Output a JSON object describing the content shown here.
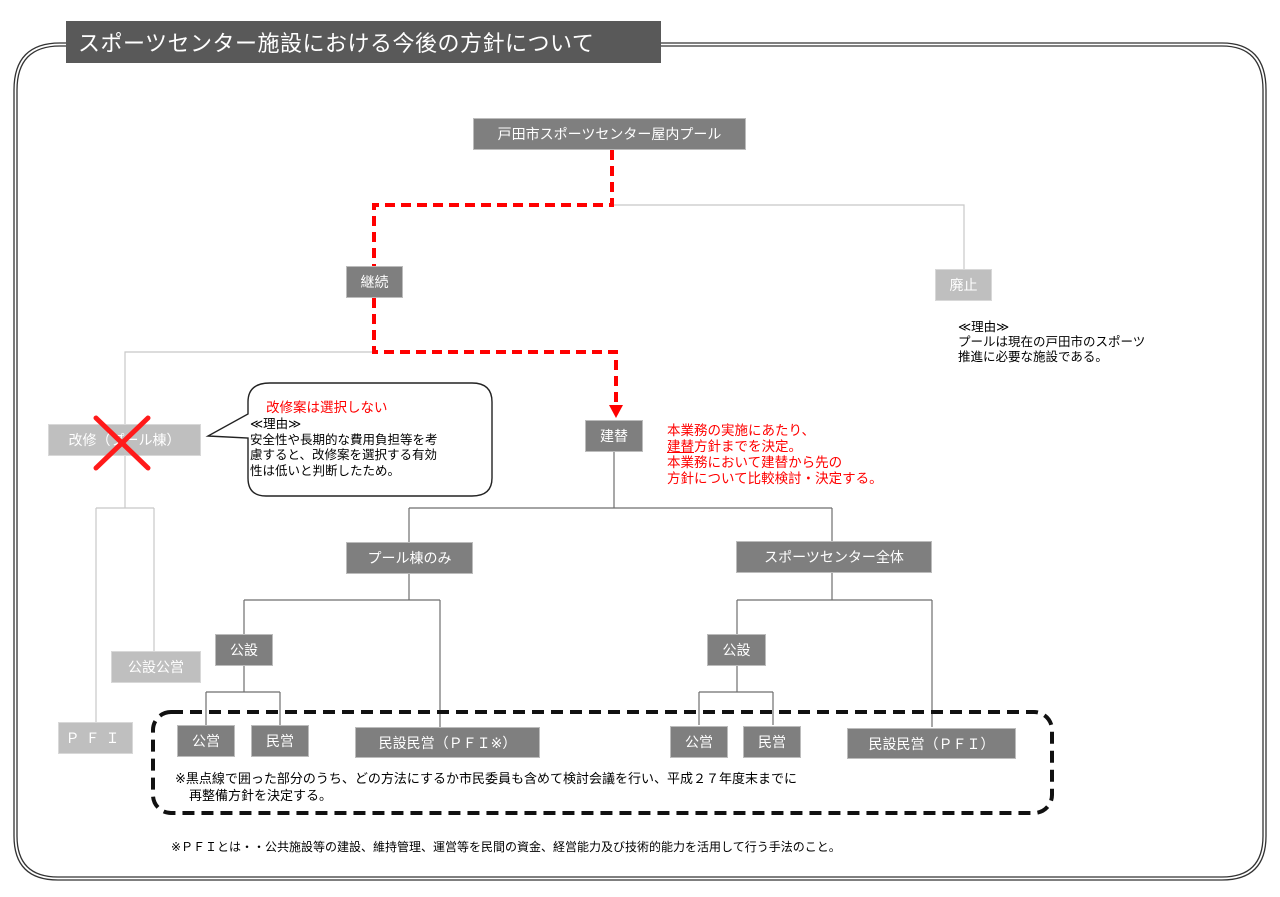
{
  "title": "スポーツセンター施設における今後の方針について",
  "colors": {
    "node_dark": "#7f7f7f",
    "node_light": "#bfbfbf",
    "title_bg": "#595959",
    "highlight_path": "#ff0000",
    "dotted_group": "#000000"
  },
  "nodes": {
    "root": "戸田市スポーツセンター屋内プール",
    "continue": "継続",
    "abolish": "廃止",
    "renovate": "改修（プール棟）",
    "rebuild": "建替",
    "pool_only": "プール棟のみ",
    "whole_center": "スポーツセンター全体",
    "public_build_1": "公設",
    "public_build_2": "公設",
    "public_op_1": "公営",
    "private_op_1": "民営",
    "public_op_2": "公営",
    "private_op_2": "民営",
    "private_pfi_1": "民設民営（ＰＦＩ※）",
    "private_pfi_2": "民設民営（ＰＦＩ）",
    "renovate_public": "公設公営",
    "renovate_pfi": "ＰＦＩ"
  },
  "abolish_reason": {
    "heading": "≪理由≫",
    "lines": [
      "プールは現在の戸田市のスポーツ",
      "推進に必要な施設である。"
    ]
  },
  "callout": {
    "title": "改修案は選択しない",
    "heading": "≪理由≫",
    "lines": [
      "安全性や長期的な費用負担等を考",
      "慮すると、改修案を選択する有効",
      "性は低いと判断したため。"
    ]
  },
  "rebuild_note": {
    "line1": "本業務の実施にあたり、",
    "line2_underlined": "建替",
    "line2_rest": "方針までを決定。",
    "line3": "本業務において建替から先の",
    "line4": "方針について比較検討・決定する。"
  },
  "group_note": {
    "line1": "※黒点線で囲った部分のうち、どの方法にするか市民委員も含めて検討会議を行い、平成２７年度末までに",
    "line2": "再整備方針を決定する。"
  },
  "footnote": "※ＰＦＩとは・・公共施設等の建設、維持管理、運営等を民間の資金、経営能力及び技術的能力を活用して行う手法のこと。",
  "rejected_marker": "x-mark"
}
